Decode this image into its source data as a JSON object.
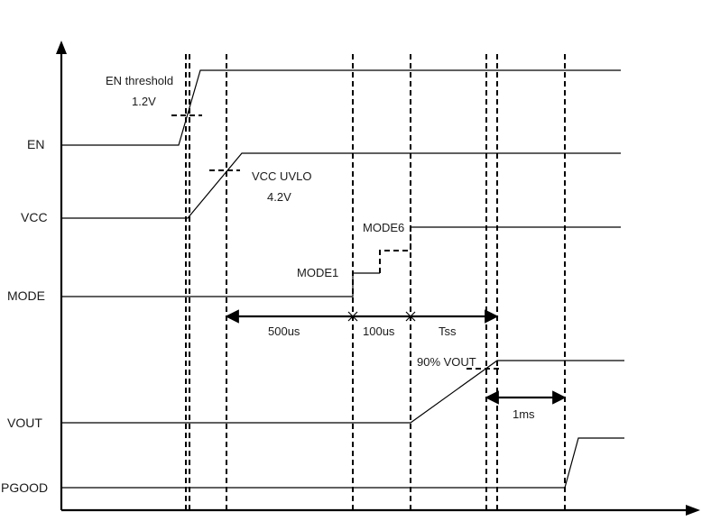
{
  "signals": {
    "en": "EN",
    "vcc": "VCC",
    "mode": "MODE",
    "vout": "VOUT",
    "pgood": "PGOOD"
  },
  "annotations": {
    "en_threshold_title": "EN threshold",
    "en_threshold_value": "1.2V",
    "vcc_uvlo_title": "VCC UVLO",
    "vcc_uvlo_value": "4.2V",
    "mode1": "MODE1",
    "mode6": "MODE6",
    "vout_90": "90% VOUT"
  },
  "intervals": {
    "t1": "500us",
    "t2": "100us",
    "t3": "Tss",
    "t4": "1ms"
  }
}
